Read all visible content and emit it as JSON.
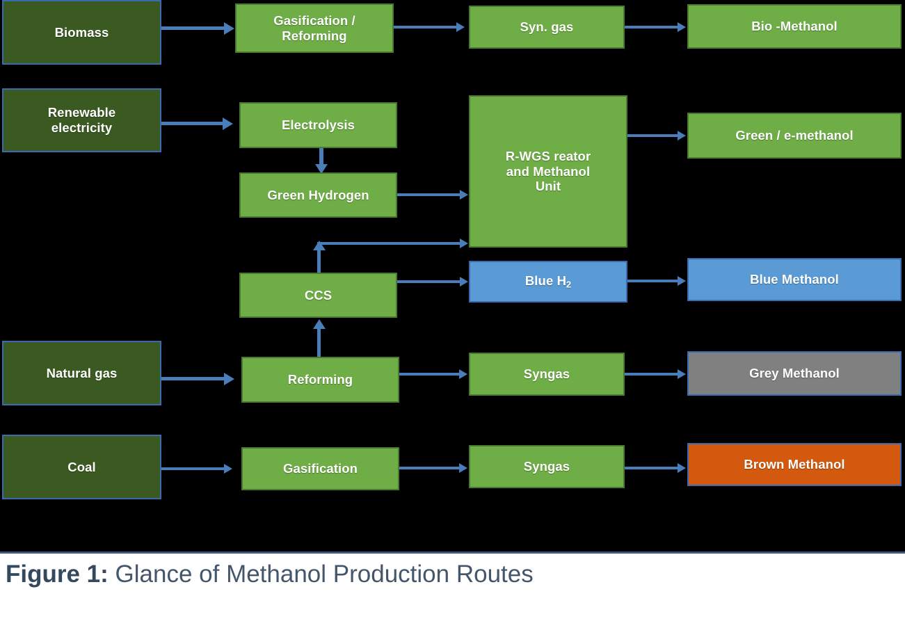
{
  "figure": {
    "label": "Figure 1:",
    "title": "Glance of Methanol Production Routes"
  },
  "colors": {
    "feedstock": "#3B5A22",
    "process": "#6FAE46",
    "blue": "#5B9BD5",
    "grey": "#808080",
    "brown": "#D2590E",
    "arrow": "#4A7EBB",
    "canvas": "#000000",
    "caption": "#44566B"
  },
  "chart_data": {
    "type": "diagram",
    "title": "Glance of Methanol Production Routes",
    "nodes": [
      {
        "id": "biomass",
        "label": "Biomass",
        "category": "feedstock",
        "color": "#3B5A22"
      },
      {
        "id": "gasif_reform",
        "label": "Gasification /\nReforming",
        "category": "process",
        "color": "#6FAE46"
      },
      {
        "id": "syn_gas",
        "label": "Syn. gas",
        "category": "process",
        "color": "#6FAE46"
      },
      {
        "id": "bio_methanol",
        "label": "Bio -Methanol",
        "category": "product",
        "color": "#6FAE46"
      },
      {
        "id": "renewable",
        "label": "Renewable\nelectricity",
        "category": "feedstock",
        "color": "#3B5A22"
      },
      {
        "id": "electrolysis",
        "label": "Electrolysis",
        "category": "process",
        "color": "#6FAE46"
      },
      {
        "id": "green_h2",
        "label": "Green Hydrogen",
        "category": "process",
        "color": "#6FAE46"
      },
      {
        "id": "rwgs",
        "label": "R-WGS reator\nand Methanol\nUnit",
        "category": "process",
        "color": "#6FAE46"
      },
      {
        "id": "green_meoh",
        "label": "Green / e-methanol",
        "category": "product",
        "color": "#6FAE46"
      },
      {
        "id": "ccs",
        "label": "CCS",
        "category": "process",
        "color": "#6FAE46"
      },
      {
        "id": "blue_h2",
        "label": "Blue H2",
        "category": "process",
        "color": "#5B9BD5"
      },
      {
        "id": "blue_methanol",
        "label": "Blue Methanol",
        "category": "product",
        "color": "#5B9BD5"
      },
      {
        "id": "natural_gas",
        "label": "Natural gas",
        "category": "feedstock",
        "color": "#3B5A22"
      },
      {
        "id": "reforming",
        "label": "Reforming",
        "category": "process",
        "color": "#6FAE46"
      },
      {
        "id": "syngas_ng",
        "label": "Syngas",
        "category": "process",
        "color": "#6FAE46"
      },
      {
        "id": "grey_methanol",
        "label": "Grey Methanol",
        "category": "product",
        "color": "#808080"
      },
      {
        "id": "coal",
        "label": "Coal",
        "category": "feedstock",
        "color": "#3B5A22"
      },
      {
        "id": "gasification",
        "label": "Gasification",
        "category": "process",
        "color": "#6FAE46"
      },
      {
        "id": "syngas_coal",
        "label": "Syngas",
        "category": "process",
        "color": "#6FAE46"
      },
      {
        "id": "brown_methanol",
        "label": "Brown Methanol",
        "category": "product",
        "color": "#D2590E"
      }
    ],
    "edges": [
      {
        "from": "biomass",
        "to": "gasif_reform"
      },
      {
        "from": "gasif_reform",
        "to": "syn_gas"
      },
      {
        "from": "syn_gas",
        "to": "bio_methanol"
      },
      {
        "from": "renewable",
        "to": "electrolysis"
      },
      {
        "from": "electrolysis",
        "to": "green_h2"
      },
      {
        "from": "green_h2",
        "to": "rwgs"
      },
      {
        "from": "rwgs",
        "to": "green_meoh"
      },
      {
        "from": "ccs",
        "to": "rwgs"
      },
      {
        "from": "ccs",
        "to": "blue_h2"
      },
      {
        "from": "blue_h2",
        "to": "blue_methanol"
      },
      {
        "from": "natural_gas",
        "to": "reforming"
      },
      {
        "from": "reforming",
        "to": "ccs"
      },
      {
        "from": "reforming",
        "to": "syngas_ng"
      },
      {
        "from": "syngas_ng",
        "to": "grey_methanol"
      },
      {
        "from": "coal",
        "to": "gasification"
      },
      {
        "from": "gasification",
        "to": "syngas_coal"
      },
      {
        "from": "syngas_coal",
        "to": "brown_methanol"
      }
    ]
  },
  "boxes": {
    "biomass": "Biomass",
    "gasif_reform_line1": "Gasification /",
    "gasif_reform_line2": "Reforming",
    "syn_gas": "Syn. gas",
    "bio_methanol": "Bio -Methanol",
    "renewable_line1": "Renewable",
    "renewable_line2": "electricity",
    "electrolysis": "Electrolysis",
    "green_hydrogen": "Green Hydrogen",
    "rwgs_line1": "R-WGS reator",
    "rwgs_line2": "and Methanol",
    "rwgs_line3": "Unit",
    "green_methanol": "Green / e-methanol",
    "ccs": "CCS",
    "blue_h2_main": "Blue H",
    "blue_h2_sub": "2",
    "blue_methanol": "Blue Methanol",
    "natural_gas": "Natural gas",
    "reforming": "Reforming",
    "syngas_ng": "Syngas",
    "grey_methanol": "Grey Methanol",
    "coal": "Coal",
    "gasification": "Gasification",
    "syngas_coal": "Syngas",
    "brown_methanol": "Brown Methanol"
  }
}
